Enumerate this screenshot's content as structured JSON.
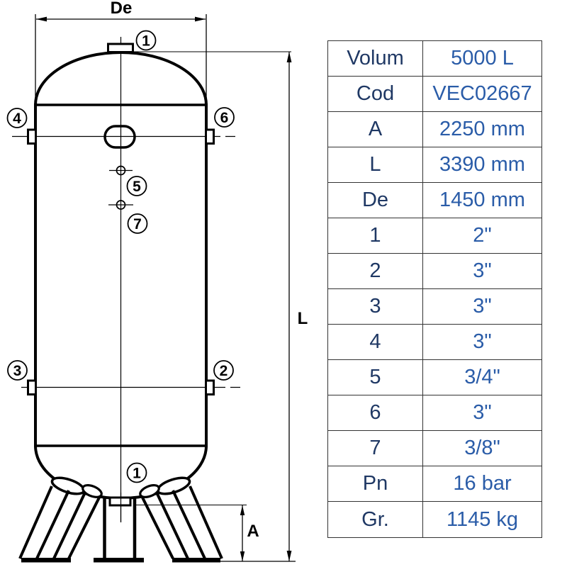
{
  "drawing": {
    "dimension_labels": {
      "diameter": "De",
      "length": "L",
      "height_a": "A"
    },
    "callouts": {
      "top_connection": "1",
      "upper_left": "4",
      "upper_right": "6",
      "middle_upper": "5",
      "middle_lower": "7",
      "lower_left": "3",
      "lower_right": "2",
      "bottom_connection": "1"
    },
    "line_color": "#000000"
  },
  "table": {
    "label_color": "#1f3864",
    "value_color": "#2a5ca8",
    "border_color": "#333333",
    "rows": [
      {
        "label": "Volum",
        "value": "5000 L"
      },
      {
        "label": "Cod",
        "value": "VEC02667"
      },
      {
        "label": "A",
        "value": "2250 mm"
      },
      {
        "label": "L",
        "value": "3390 mm"
      },
      {
        "label": "De",
        "value": "1450 mm"
      },
      {
        "label": "1",
        "value": "2\""
      },
      {
        "label": "2",
        "value": "3\""
      },
      {
        "label": "3",
        "value": "3\""
      },
      {
        "label": "4",
        "value": "3\""
      },
      {
        "label": "5",
        "value": "3/4\""
      },
      {
        "label": "6",
        "value": "3\""
      },
      {
        "label": "7",
        "value": "3/8\""
      },
      {
        "label": "Pn",
        "value": "16 bar"
      },
      {
        "label": "Gr.",
        "value": "1145 kg"
      }
    ]
  }
}
